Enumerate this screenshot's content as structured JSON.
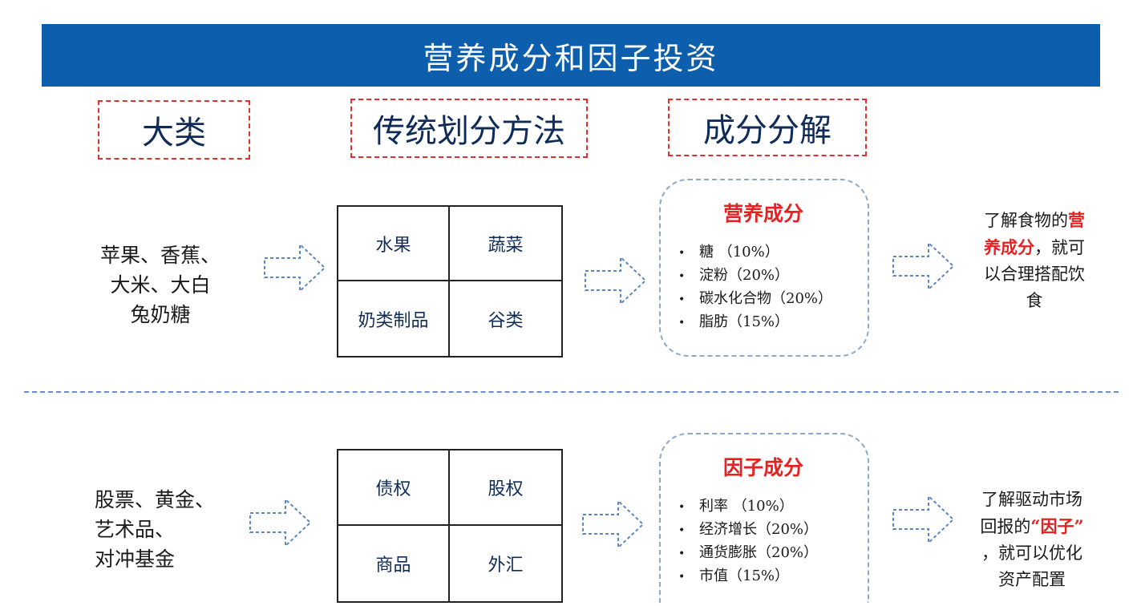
{
  "title": "营养成分和因子投资",
  "headers": {
    "category": "大类",
    "traditional": "传统划分方法",
    "decomposition": "成分分解"
  },
  "food": {
    "items": [
      "苹果、香蕉、",
      "大米、大白",
      "兔奶糖"
    ],
    "grid": [
      "水果",
      "蔬菜",
      "奶类制品",
      "谷类"
    ],
    "component_title": "营养成分",
    "components": [
      "糖 （10%）",
      "淀粉（20%）",
      "碳水化合物（20%）",
      "脂肪（15%）"
    ],
    "note": {
      "line1_a": "了解食物的",
      "line1_b": "营",
      "line2_a": "养成分",
      "line2_b": "，就可",
      "line3": "以合理搭配饮",
      "line4": "食"
    }
  },
  "asset": {
    "items": [
      "股票、黄金、",
      "艺术品、",
      "对冲基金"
    ],
    "grid": [
      "债权",
      "股权",
      "商品",
      "外汇"
    ],
    "component_title": "因子成分",
    "components": [
      "利率 （10%）",
      "经济增长（20%）",
      "通货膨胀（20%）",
      "市值（15%）"
    ],
    "note": {
      "line1": "了解驱动市场",
      "line2_a": "回报的",
      "line2_b": "“因子”",
      "line3": "，就可以优化",
      "line4": "资产配置"
    }
  },
  "bullet": "•"
}
